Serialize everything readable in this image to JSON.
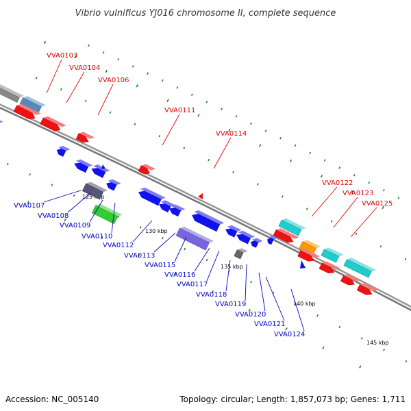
{
  "title": "Vibrio vulnificus YJ016 chromosome II, complete sequence",
  "footer": {
    "accession": "Accession: NC_005140",
    "summary": "Topology: circular; Length: 1,857,073 bp; Genes: 1,711"
  },
  "ticks": [
    {
      "label": "125 kbp"
    },
    {
      "label": "130 kbp"
    },
    {
      "label": "135 kbp"
    },
    {
      "label": "140 kbp"
    },
    {
      "label": "145 kbp"
    }
  ],
  "top_labels": [
    "VVA0103",
    "VVA0104",
    "VVA0106",
    "VVA0111",
    "VVA0114",
    "VVA0122",
    "VVA0123",
    "VVA0125"
  ],
  "bottom_labels": [
    "VVA0107",
    "VVA0108",
    "VVA0109",
    "VVA0110",
    "VVA0112",
    "VVA0113",
    "VVA0115",
    "VVA0116",
    "VVA0117",
    "VVA0118",
    "VVA0119",
    "VVA0120",
    "VVA0121",
    "VVA0124"
  ],
  "colors": {
    "forward_cds": "#ee1111",
    "reverse_cds": "#1111ee",
    "backbone": "#888888",
    "tick": "#1a7a1a",
    "label_forward": "#e00000",
    "label_reverse": "#0000cc",
    "rna": "#22cccc",
    "orange_feature": "#ff9900",
    "green_feature": "#33cc33",
    "purple_feature": "#7766dd",
    "steel_feature": "#5588bb"
  }
}
